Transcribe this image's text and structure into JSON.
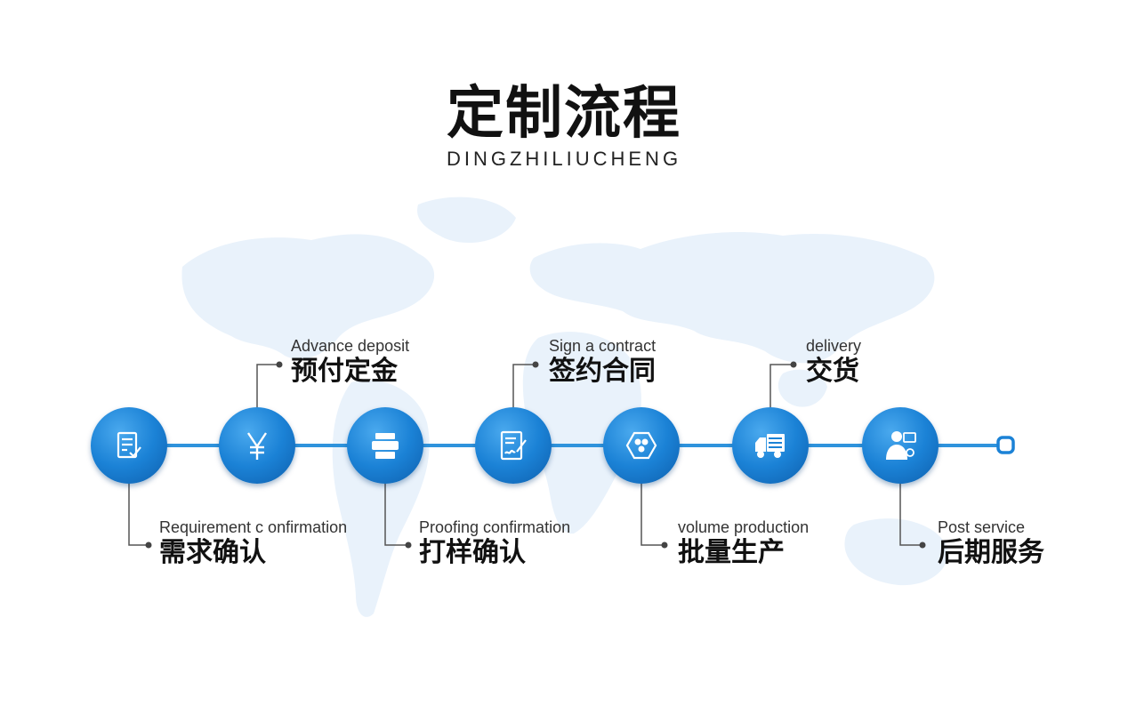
{
  "header": {
    "title": "定制流程",
    "subtitle": "DINGZHILIUCHENG"
  },
  "colors": {
    "line": "#2f93dc",
    "circle": "#1b82d6",
    "map": "#eaf3fb"
  },
  "steps": [
    {
      "en": "Requirement  c onfirmation",
      "zh": "需求确认",
      "icon": "document-check-icon"
    },
    {
      "en": "Advance deposit",
      "zh": "预付定金",
      "icon": "yen-icon"
    },
    {
      "en": "Proofing confirmation",
      "zh": "打样确认",
      "icon": "printer-icon"
    },
    {
      "en": "Sign a contract",
      "zh": "签约合同",
      "icon": "contract-sign-icon"
    },
    {
      "en": "volume production",
      "zh": "批量生产",
      "icon": "production-icon"
    },
    {
      "en": "delivery",
      "zh": "交货",
      "icon": "truck-icon"
    },
    {
      "en": "Post service",
      "zh": "后期服务",
      "icon": "service-person-icon"
    }
  ]
}
